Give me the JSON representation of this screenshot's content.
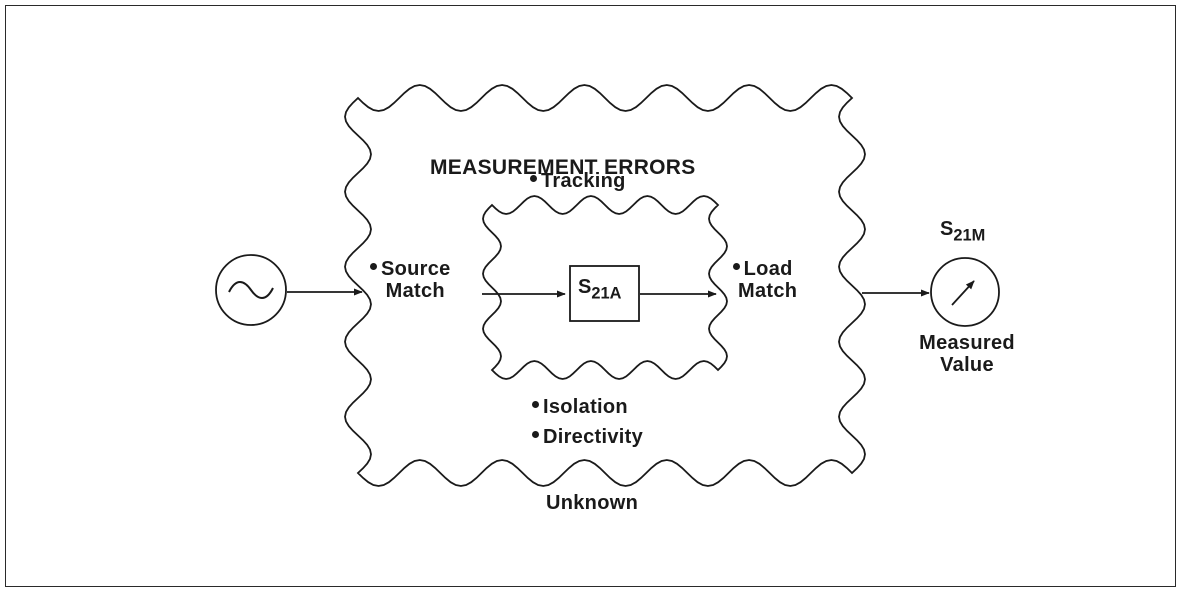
{
  "diagram": {
    "outer_region_title": "MEASUREMENT ERRORS",
    "outer_region_caption": "Unknown",
    "errors": {
      "tracking": "Tracking",
      "source_match": [
        "Source",
        "Match"
      ],
      "load_match": [
        "Load",
        "Match"
      ],
      "isolation": "Isolation",
      "directivity": "Directivity"
    },
    "device": {
      "symbol": "S",
      "subscript": "21A"
    },
    "meter": {
      "symbol": "S",
      "subscript": "21M",
      "caption": [
        "Measured",
        "Value"
      ]
    },
    "source_icon": "sine-wave-icon",
    "meter_icon": "meter-needle-icon",
    "colors": {
      "ink": "#1a1a1a",
      "background": "#ffffff"
    }
  }
}
